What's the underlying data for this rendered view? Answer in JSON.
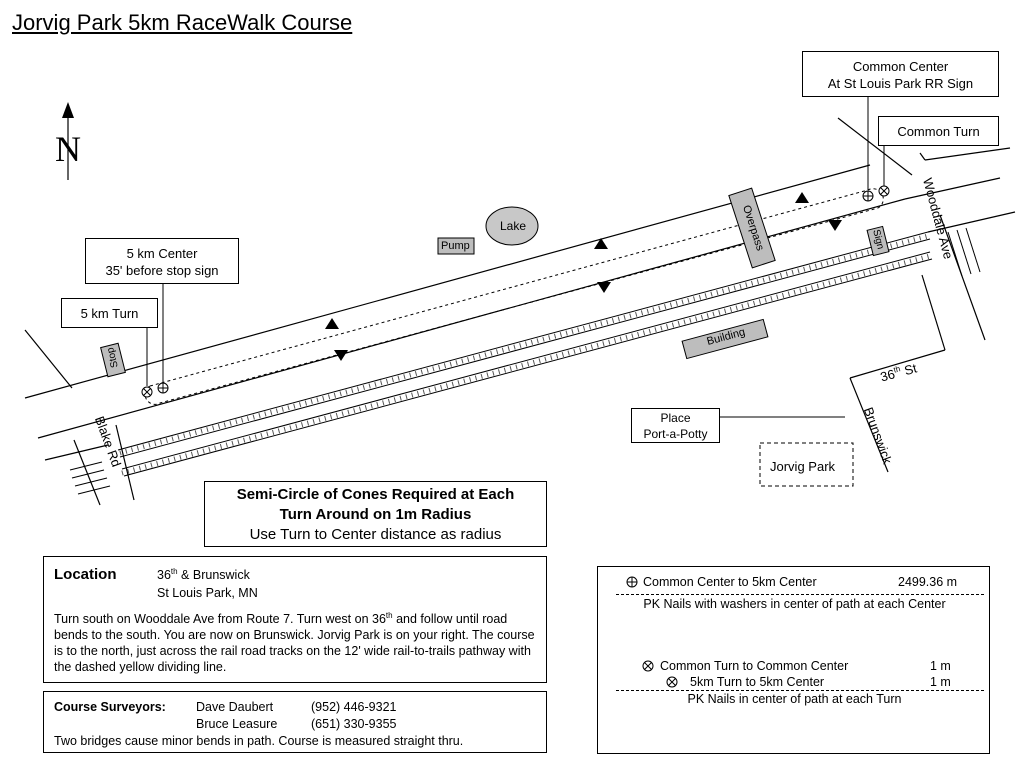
{
  "title": "Jorvig Park 5km RaceWalk Course",
  "north": "N",
  "labels": {
    "lake": "Lake",
    "pump": "Pump",
    "overpass": "Overpass",
    "sign": "Sign",
    "stop": "Stop",
    "building": "Building",
    "woodale": "Wooddale Ave",
    "blake": "Blake Rd",
    "brunswick": "Brunswick",
    "st36_num": "36",
    "st36_sup": "th",
    "st36_rest": "St"
  },
  "callouts": {
    "common_center_1": "Common Center",
    "common_center_2": "At St Louis Park RR Sign",
    "common_turn": "Common Turn",
    "center5_1": "5 km Center",
    "center5_2": "35' before stop sign",
    "turn5": "5 km Turn",
    "place_1": "Place",
    "place_2": "Port-a-Potty",
    "jorvig": "Jorvig Park"
  },
  "note": {
    "line1": "Semi-Circle of Cones Required at Each",
    "line2": "Turn Around on 1m Radius",
    "line3": "Use Turn to Center distance as radius"
  },
  "location": {
    "heading": "Location",
    "addr1_num": "36",
    "addr1_sup": "th",
    "addr1_rest": " & Brunswick",
    "addr2": "St Louis Park, MN",
    "desc_a": "Turn south on Wooddale Ave from Route 7. Turn west on 36",
    "desc_sup": "th",
    "desc_b": " and follow until road bends to the south. You are now on Brunswick. Jorvig Park is on your right. The course is to the north, just across the rail road tracks on the 12' wide rail-to-trails pathway with the dashed yellow dividing line."
  },
  "surveyors": {
    "label": "Course Surveyors:",
    "people": [
      {
        "name": "Dave Daubert",
        "phone": "(952) 446-9321"
      },
      {
        "name": "Bruce Leasure",
        "phone": "(651) 330-9355"
      }
    ],
    "note": "Two bridges cause minor bends in path. Course is measured straight thru."
  },
  "distances": {
    "center_row": {
      "label": "Common Center to 5km Center",
      "value": "2499.36 m"
    },
    "center_note": "PK Nails with washers in center of path at each Center",
    "turn_rows": [
      {
        "label": "Common Turn  to  Common Center",
        "value": "1 m"
      },
      {
        "label": "5km Turn  to  5km Center",
        "value": "1 m"
      }
    ],
    "turn_note": "PK Nails in center of path at each Turn"
  }
}
